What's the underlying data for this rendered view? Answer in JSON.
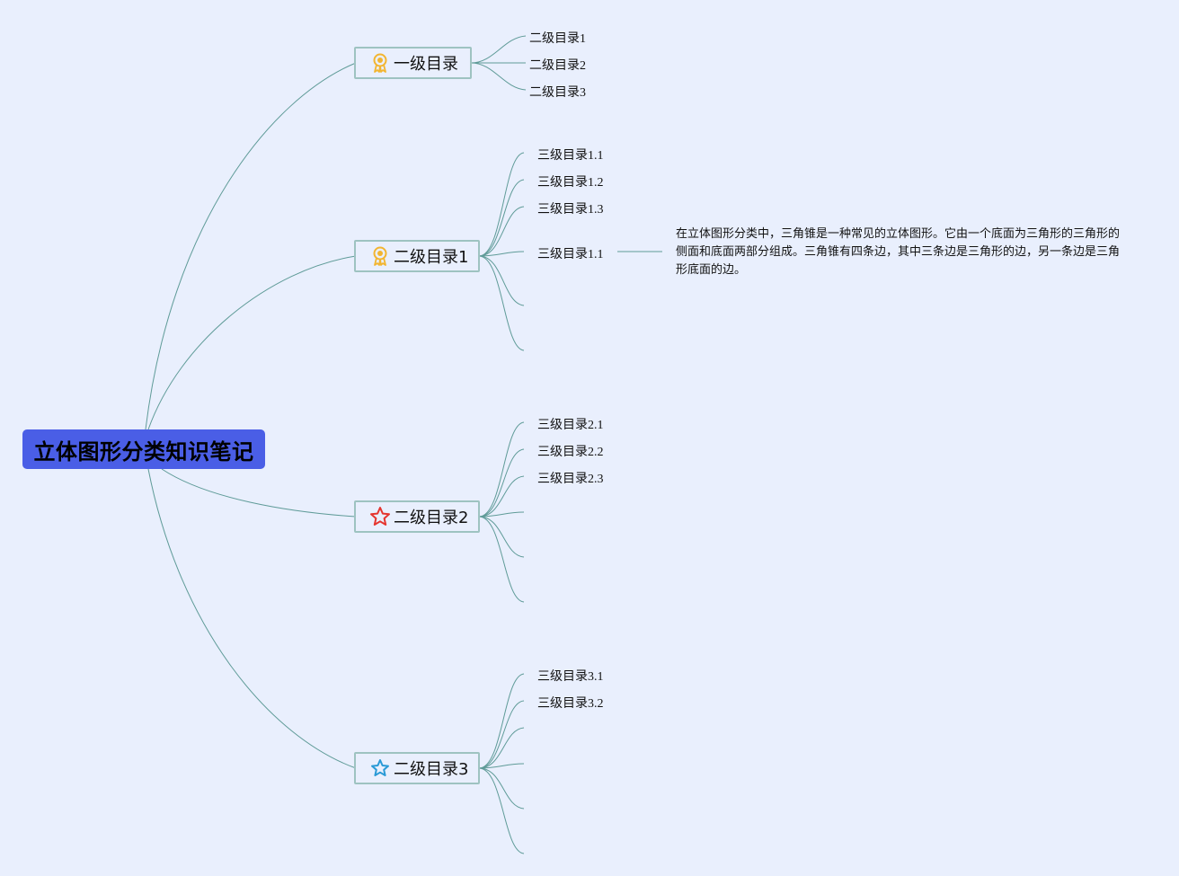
{
  "root": {
    "title": "立体图形分类知识笔记"
  },
  "level1": [
    {
      "label": "一级目录",
      "icon": "medal-icon"
    },
    {
      "label": "二级目录1",
      "icon": "medal-icon"
    },
    {
      "label": "二级目录2",
      "icon": "red-star-icon"
    },
    {
      "label": "二级目录3",
      "icon": "blue-star-icon"
    }
  ],
  "level2": {
    "group0": [
      "二级目录1",
      "二级目录2",
      "二级目录3"
    ],
    "group1": [
      "三级目录1.1",
      "三级目录1.2",
      "三级目录1.3",
      "三级目录1.1"
    ],
    "group2": [
      "三级目录2.1",
      "三级目录2.2",
      "三级目录2.3"
    ],
    "group3": [
      "三级目录3.1",
      "三级目录3.2"
    ]
  },
  "note": {
    "text": "在立体图形分类中，三角锥是一种常见的立体图形。它由一个底面为三角形的三角形的侧面和底面两部分组成。三角锥有四条边，其中三条边是三角形的边，另一条边是三角形底面的边。"
  },
  "colors": {
    "background": "#e9effd",
    "root_fill": "#4a5ee6",
    "branch_line": "#5f9b98",
    "node_border": "#9ec3c1",
    "medal": "#f2b531",
    "red_star": "#e5352f",
    "blue_star": "#2a9ad6"
  }
}
